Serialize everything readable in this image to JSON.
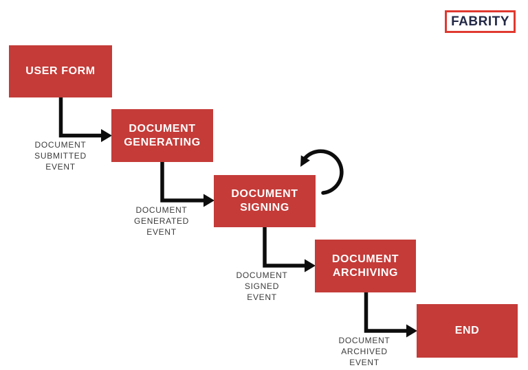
{
  "logo": {
    "text": "FABRITY"
  },
  "colors": {
    "node_red": "#c43b38",
    "node_text": "#ffffff",
    "arrow_black": "#0d0d0d",
    "label_gray": "#3a3a3a",
    "logo_border_red": "#e0392f",
    "logo_text_navy": "#232946",
    "background": "#ffffff"
  },
  "icons": {
    "self_loop": "circular-arrow"
  },
  "flow": {
    "type": "flowchart",
    "nodes": [
      {
        "id": "user-form",
        "label": "USER FORM"
      },
      {
        "id": "document-generating",
        "label": "DOCUMENT GENERATING"
      },
      {
        "id": "document-signing",
        "label": "DOCUMENT SIGNING"
      },
      {
        "id": "document-archiving",
        "label": "DOCUMENT ARCHIVING"
      },
      {
        "id": "end",
        "label": "END"
      }
    ],
    "edges": [
      {
        "from": "user-form",
        "to": "document-generating",
        "label": "DOCUMENT SUBMITTED EVENT"
      },
      {
        "from": "document-generating",
        "to": "document-signing",
        "label": "DOCUMENT GENERATED EVENT"
      },
      {
        "from": "document-signing",
        "to": "document-archiving",
        "label": "DOCUMENT SIGNED EVENT"
      },
      {
        "from": "document-archiving",
        "to": "end",
        "label": "DOCUMENT ARCHIVED EVENT"
      },
      {
        "from": "document-signing",
        "to": "document-signing",
        "label": ""
      }
    ]
  }
}
